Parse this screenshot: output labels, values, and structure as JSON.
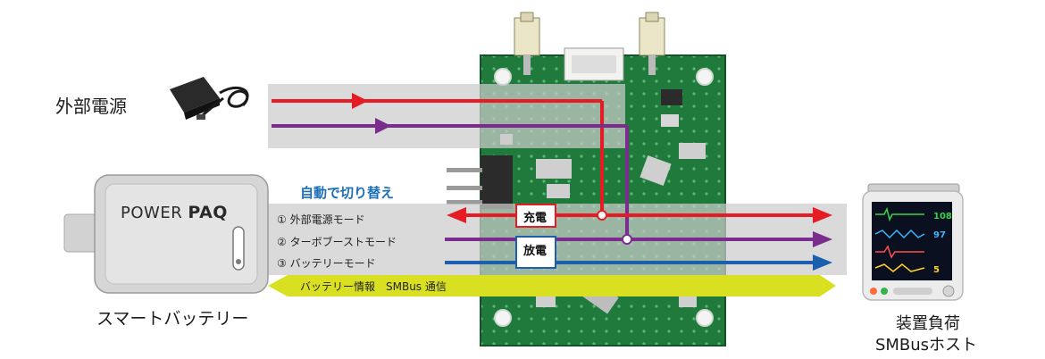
{
  "labels": {
    "external_power": "外部電源",
    "auto_switch": "自動で切り替え",
    "mode_1": "① 外部電源モード",
    "mode_2": "② ターボブーストモード",
    "mode_3": "③ バッテリーモード",
    "battery_info": "バッテリー情報　SMBus 通信",
    "charge": "充電",
    "discharge": "放電",
    "smart_battery": "スマートバッテリー",
    "device_load": "装置負荷",
    "smbus_host": "SMBusホスト"
  },
  "brand": {
    "prefix": "POWER ",
    "suffix": "PAQ"
  },
  "monitor_readouts": [
    "108",
    "97",
    "5"
  ],
  "colors": {
    "mode1_red": "#e51c23",
    "mode2_purple": "#7b2d8e",
    "mode3_blue": "#1c5fae",
    "smbus_yellow": "#d9e021",
    "pcb_green": "#1f7a3c",
    "accent_blue": "#1c6fb8"
  },
  "icons": [
    "ac-adapter-icon",
    "smart-battery-icon",
    "circuit-board-icon",
    "medical-monitor-icon"
  ]
}
